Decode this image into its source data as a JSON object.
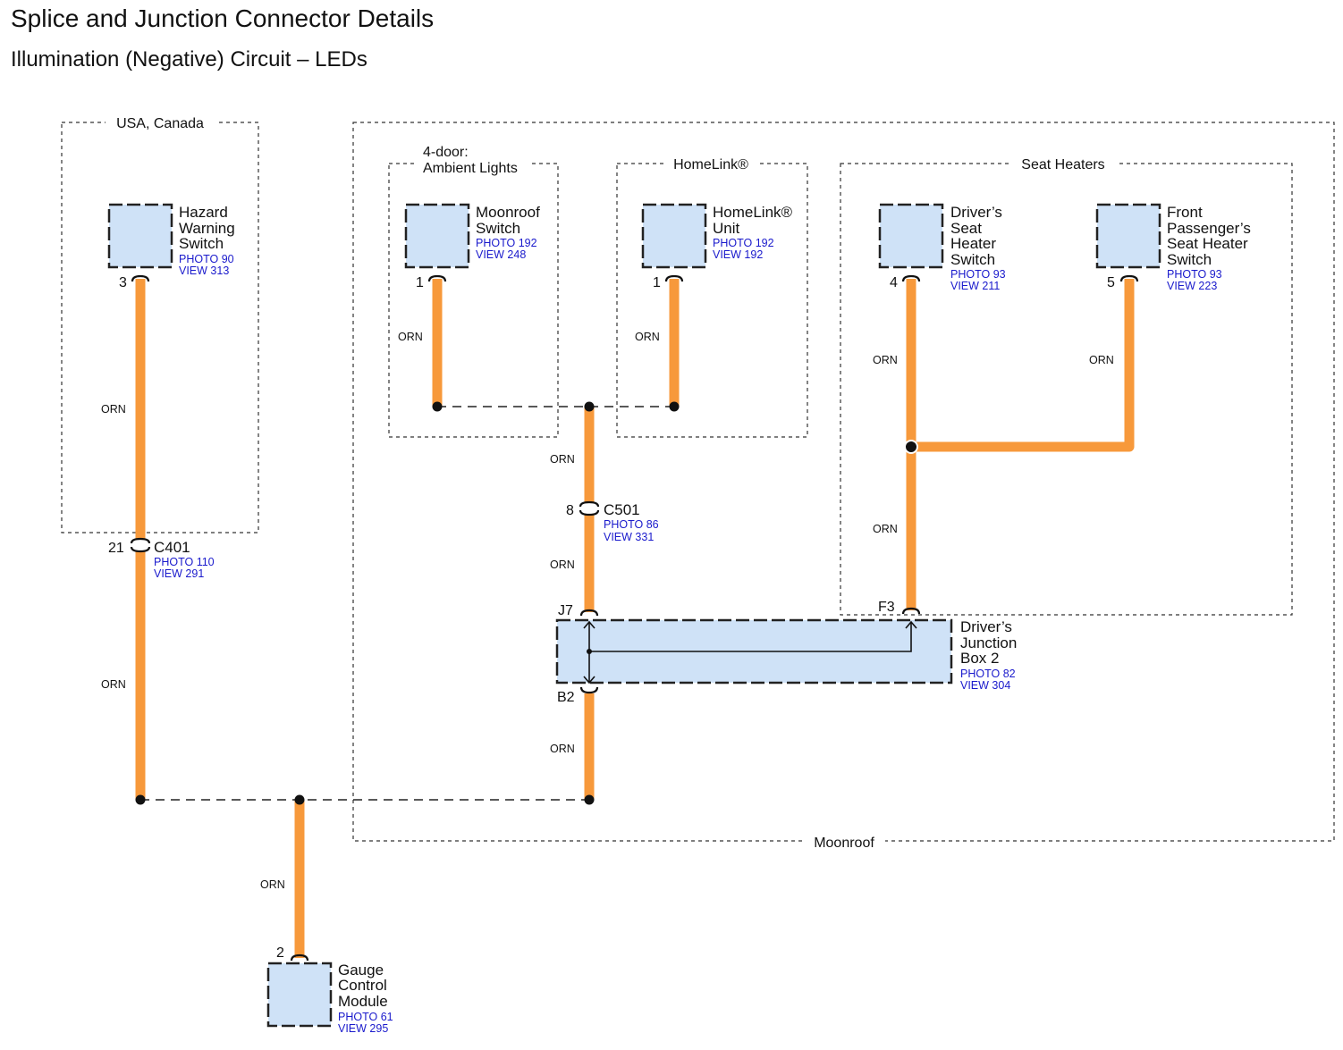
{
  "title": "Splice and Junction Connector Details",
  "subtitle": "Illumination (Negative) Circuit – LEDs",
  "wire_color": "ORN",
  "colors": {
    "wire": "#f7993b",
    "component_fill": "#cfe2f7",
    "ref_text": "#1a1acc"
  },
  "groups": {
    "usa_canada": "USA, Canada",
    "ambient_line1": "4-door:",
    "ambient_line2": "Ambient Lights",
    "homelink": "HomeLink®",
    "seat_heaters": "Seat Heaters",
    "moonroof": "Moonroof"
  },
  "components": {
    "hazard": {
      "lines": [
        "Hazard",
        "Warning",
        "Switch"
      ],
      "photo": "PHOTO 90",
      "view": "VIEW 313",
      "pin": "3"
    },
    "moonroof_switch": {
      "lines": [
        "Moonroof",
        "Switch"
      ],
      "photo": "PHOTO 192",
      "view": "VIEW 248",
      "pin": "1"
    },
    "homelink_unit": {
      "lines": [
        "HomeLink®",
        "Unit"
      ],
      "photo": "PHOTO 192",
      "view": "VIEW 192",
      "pin": "1"
    },
    "driver_seat": {
      "lines": [
        "Driver’s",
        "Seat",
        "Heater",
        "Switch"
      ],
      "photo": "PHOTO 93",
      "view": "VIEW 211",
      "pin": "4"
    },
    "passenger_seat": {
      "lines": [
        "Front",
        "Passenger’s",
        "Seat Heater",
        "Switch"
      ],
      "photo": "PHOTO 93",
      "view": "VIEW 223",
      "pin": "5"
    },
    "junction_box": {
      "lines": [
        "Driver’s",
        "Junction",
        "Box 2"
      ],
      "photo": "PHOTO 82",
      "view": "VIEW 304",
      "pin_j7": "J7",
      "pin_b2": "B2",
      "pin_f3": "F3"
    },
    "gauge": {
      "lines": [
        "Gauge",
        "Control",
        "Module"
      ],
      "photo": "PHOTO 61",
      "view": "VIEW 295",
      "pin": "2"
    }
  },
  "connectors": {
    "c401": {
      "name": "C401",
      "pin": "21",
      "photo": "PHOTO 110",
      "view": "VIEW 291"
    },
    "c501": {
      "name": "C501",
      "pin": "8",
      "photo": "PHOTO 86",
      "view": "VIEW 331"
    }
  }
}
